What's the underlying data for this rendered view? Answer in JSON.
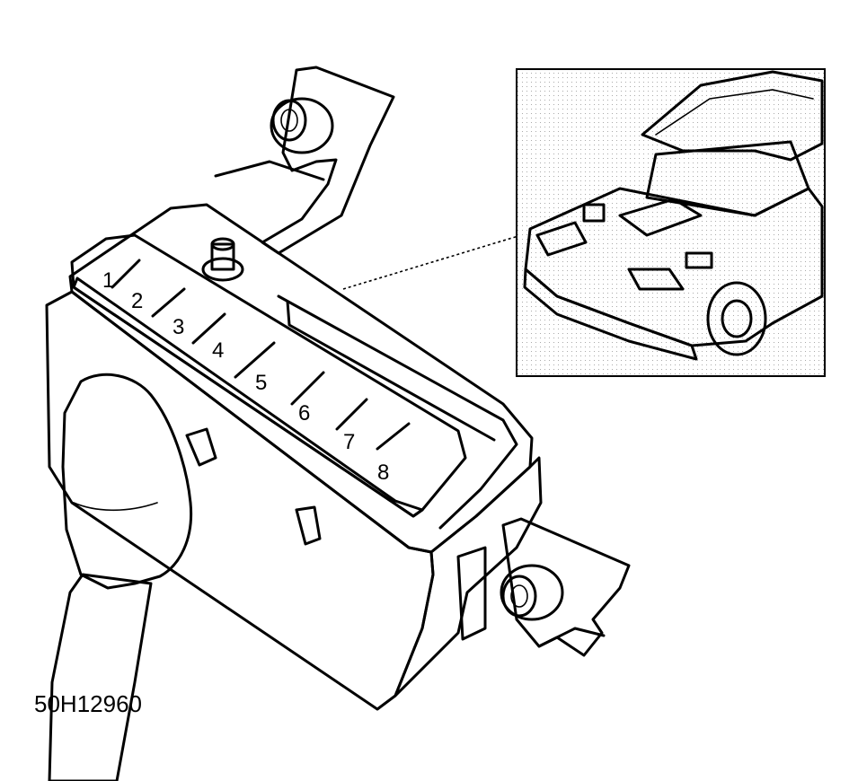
{
  "figure_id": "50H12960",
  "fuse_labels": [
    "1",
    "2",
    "3",
    "4",
    "5",
    "6",
    "7",
    "8"
  ]
}
